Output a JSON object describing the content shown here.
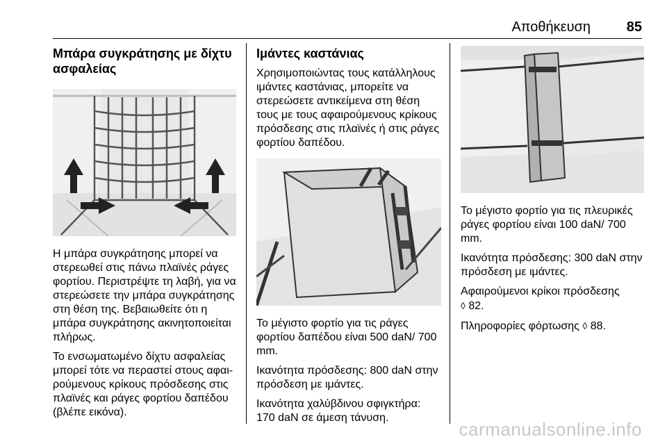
{
  "header": {
    "title": "Αποθήκευση",
    "page_number": "85"
  },
  "col1": {
    "heading": "Μπάρα συγκράτησης με δίχτυ ασφαλείας",
    "paragraph1": "Η μπάρα συγκράτησης μπορεί να στερεωθεί στις πάνω πλαϊνές ράγες φορτίου. Περιστρέψτε τη λαβή, για να στερεώσετε την μπάρα συγκράτησης στη θέση της. Βεβαιωθείτε ότι η μπάρα συγκράτησης ακινητοποιείται πλήρως.",
    "paragraph2": "Το ενσωματωμένο δίχτυ ασφαλείας μπορεί τότε να περαστεί στους αφαι-ρούμενους κρίκους πρόσδεσης στις πλαϊνές και ράγες φορτίου δαπέδου (βλέπε εικόνα)."
  },
  "col2": {
    "heading": "Ιμάντες καστάνιας",
    "intro": "Χρησιμοποιώντας τους κατάλληλους ιμάντες καστάνιας, μπορείτε να στερεώσετε αντικείμενα στη θέση τους με τους αφαιρούμενους κρίκους πρόσδεσης στις πλαϊνές ή στις ράγες φορτίου δαπέδου.",
    "p1": "Το μέγιστο φορτίο για τις ράγες φορτίου δαπέδου είναι 500 daN/ 700 mm.",
    "p2": "Ικανότητα πρόσδεσης: 800 daN στην πρόσδεση με ιμάντες.",
    "p3": "Ικανότητα χαλύβδινου σφιγκτήρα: 170 daN σε άμεση τάνυση."
  },
  "col3": {
    "p1": "Το μέγιστο φορτίο για τις πλευρικές ράγες φορτίου είναι 100 daN/ 700 mm.",
    "p2": "Ικανότητα πρόσδεσης: 300 daN στην πρόσδεση με ιμάντες.",
    "p3_text": "Αφαιρούμενοι κρίκοι πρόσδεσης",
    "p3_ref": "82.",
    "p4_text": "Πληροφορίες φόρτωσης",
    "p4_ref": "88."
  },
  "ref_symbol": "◊",
  "footer": "carmanualsonline.info"
}
